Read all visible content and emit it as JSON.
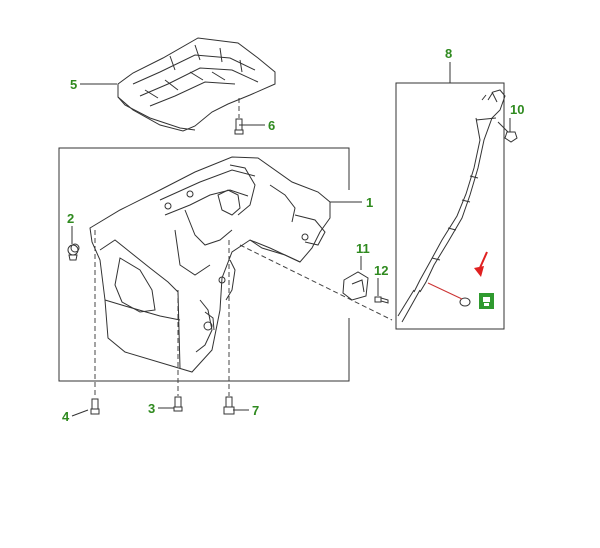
{
  "callouts": {
    "c1": "1",
    "c2": "2",
    "c3": "3",
    "c4": "4",
    "c5": "5",
    "c6": "6",
    "c7": "7",
    "c8": "8",
    "c10": "10",
    "c11": "11",
    "c12": "12"
  },
  "colors": {
    "callout": "#2f8a1f",
    "line": "#333333",
    "highlight_arrow": "#e02020",
    "badge": "#2f9a2f"
  },
  "icons": {
    "badge": "oil-level-marker-icon",
    "arrow": "red-pointer-arrow-icon"
  }
}
